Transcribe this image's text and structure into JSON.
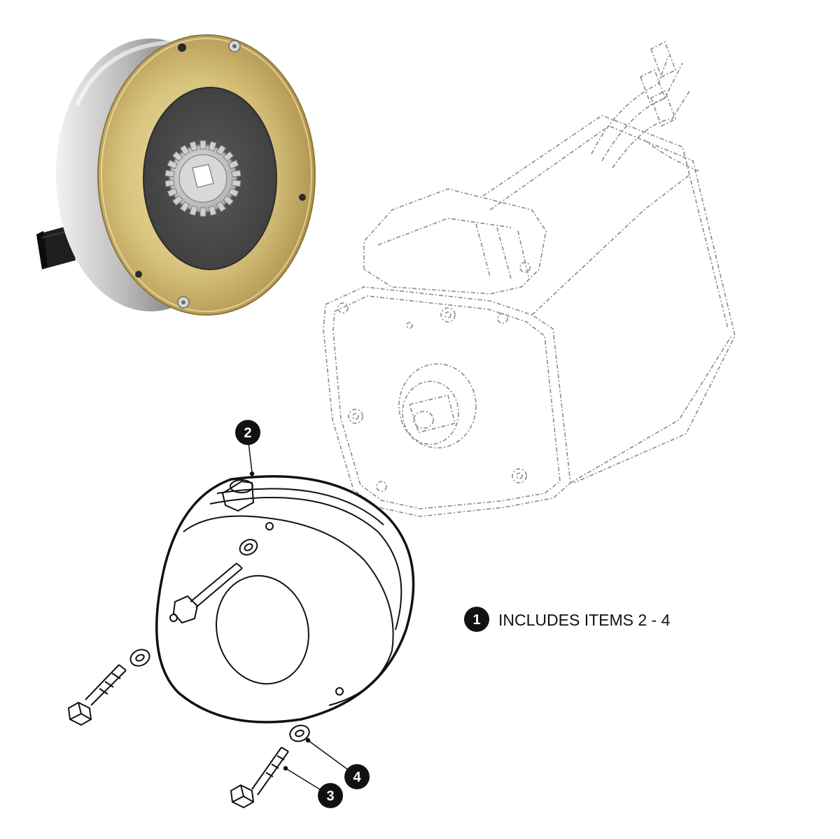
{
  "diagram": {
    "legend": {
      "number": "1",
      "text": "INCLUDES ITEMS 2 - 4"
    },
    "callouts": [
      {
        "id": "brake-assembly",
        "number": "2"
      },
      {
        "id": "bolt",
        "number": "3"
      },
      {
        "id": "lock-washer",
        "number": "4"
      }
    ]
  },
  "colors": {
    "line": "#111111",
    "dashed_line": "#8a8a8a",
    "callout_fill": "#111111",
    "brass_light": "#e6d59a",
    "brass_dark": "#b49a52",
    "steel_light": "#e8e8e8",
    "steel_dark": "#8c8c8c",
    "friction_pad": "#4a4a4a"
  }
}
